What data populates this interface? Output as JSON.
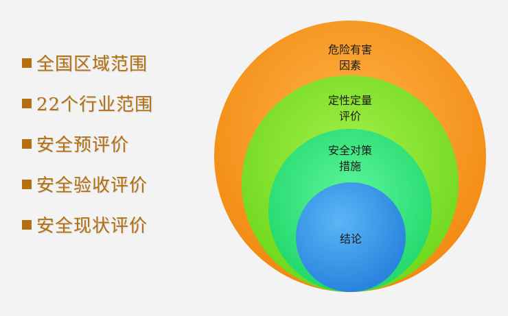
{
  "left_list": {
    "items": [
      {
        "label": "全国区域范围"
      },
      {
        "label": "22个行业范围"
      },
      {
        "label": "安全预评价"
      },
      {
        "label": "安全验收评价"
      },
      {
        "label": "安全现状评价"
      }
    ]
  },
  "diagram": {
    "rings": [
      {
        "line1": "危险有害",
        "line2": "因素",
        "color": "#f7931e"
      },
      {
        "line1": "定性定量",
        "line2": "评价",
        "color": "#7fe02a"
      },
      {
        "line1": "安全对策",
        "line2": "措施",
        "color": "#2ee37a"
      },
      {
        "line1": "结论",
        "line2": "",
        "color": "#3a9be8"
      }
    ]
  }
}
